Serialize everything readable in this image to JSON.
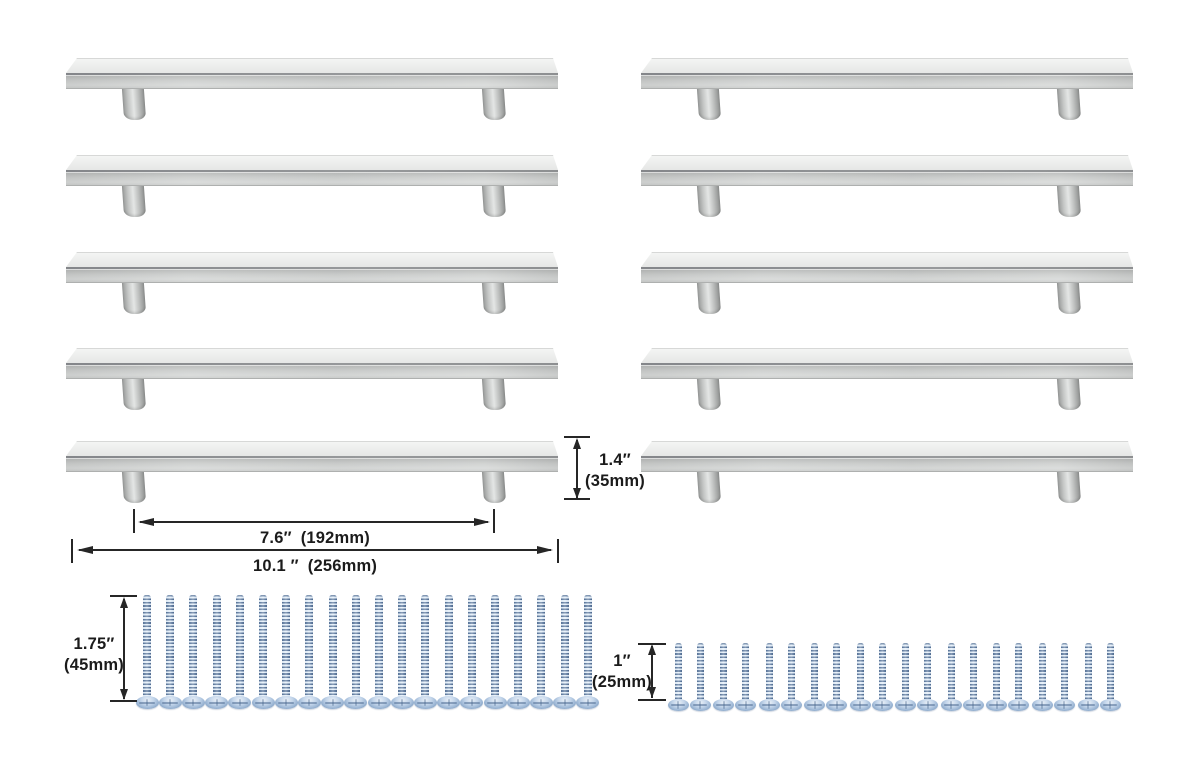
{
  "page": {
    "background": "#ffffff"
  },
  "product": {
    "name": "square bar cabinet pulls with mounting screws",
    "handles": {
      "count": 10,
      "rows": 5,
      "columns": 2,
      "finish_color": "#d3d5d4"
    },
    "screws": {
      "long": {
        "count": 20,
        "color": "#b9cde6"
      },
      "short": {
        "count": 20,
        "color": "#b9cde6"
      }
    }
  },
  "dims": {
    "height": {
      "in": "1.4″",
      "mm": "(35mm)"
    },
    "spacing": {
      "in": "7.6″",
      "mm": "(192mm)"
    },
    "length": {
      "in": "10.1 ″",
      "mm": "(256mm)"
    },
    "screw_long": {
      "in": "1.75″",
      "mm": "(45mm)"
    },
    "screw_short": {
      "in": "1″",
      "mm": "(25mm)"
    }
  }
}
